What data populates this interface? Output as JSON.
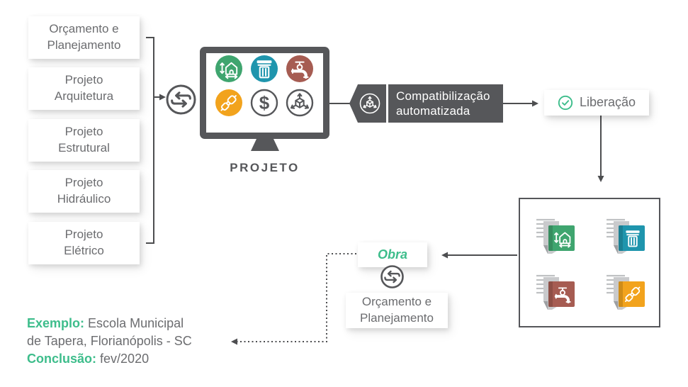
{
  "palette": {
    "dark_gray": "#56575a",
    "text_gray": "#6b6c6f",
    "accent_green": "#3dbd8b",
    "icon_green": "#3fa56f",
    "icon_teal": "#1f95ad",
    "icon_red": "#a65c52",
    "icon_orange": "#f2a31d"
  },
  "stack": {
    "items": [
      {
        "line1": "Orçamento e",
        "line2": "Planejamento"
      },
      {
        "line1": "Projeto",
        "line2": "Arquitetura"
      },
      {
        "line1": "Projeto",
        "line2": "Estrutural"
      },
      {
        "line1": "Projeto",
        "line2": "Hidráulico"
      },
      {
        "line1": "Projeto",
        "line2": "Elétrico"
      }
    ]
  },
  "monitor": {
    "label": "PROJETO",
    "dollar_glyph": "$",
    "icons": [
      "architecture-icon",
      "structural-column-icon",
      "hydraulic-faucet-icon",
      "electrical-plug-icon",
      "budget-dollar-icon",
      "bim-model-cube-icon"
    ]
  },
  "process_tag": {
    "line1": "Compatibilização",
    "line2": "automatizada"
  },
  "release": {
    "label": "Liberação"
  },
  "deliverables": {
    "icons": [
      "architecture-doc-icon",
      "structural-doc-icon",
      "hydraulic-doc-icon",
      "electrical-doc-icon"
    ]
  },
  "obra": {
    "label": "Obra"
  },
  "budget_planning": {
    "line1": "Orçamento e",
    "line2": "Planejamento"
  },
  "example": {
    "label": "Exemplo:",
    "value_line1": "Escola Municipal",
    "value_line2": "de Tapera, Florianópolis - SC",
    "conclusion_label": "Conclusão:",
    "conclusion_value": "fev/2020"
  }
}
